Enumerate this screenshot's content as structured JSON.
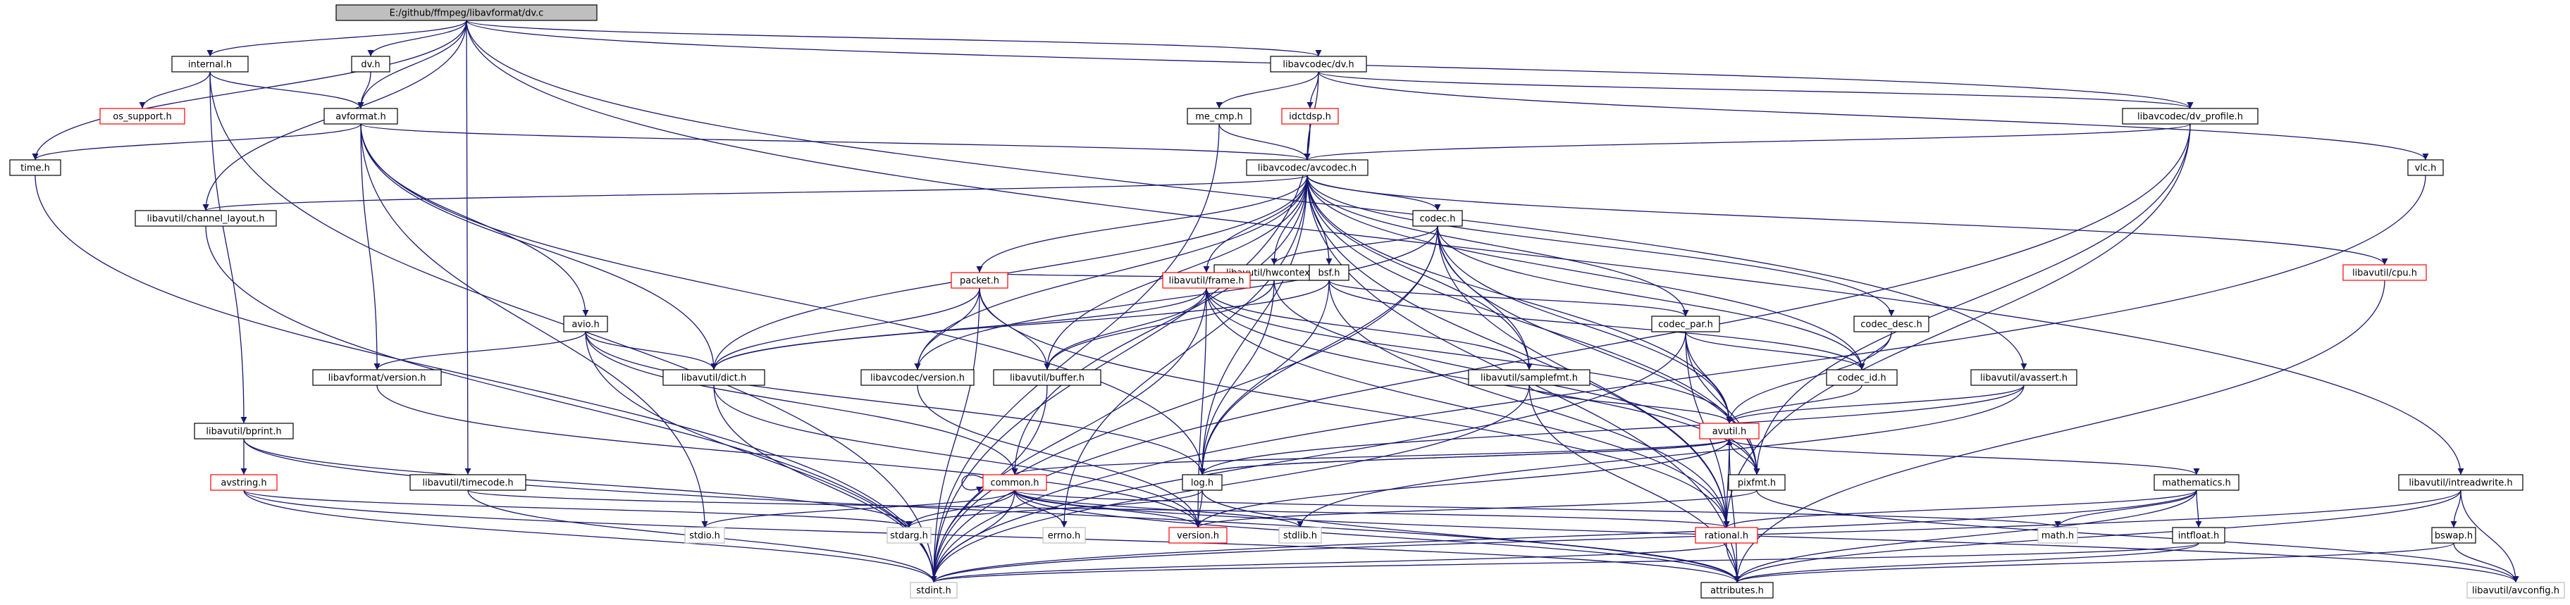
{
  "colors": {
    "edge": "#191970",
    "border_normal": "#000000",
    "border_missing": "#ff0000",
    "border_external": "#bfbfbf",
    "fill_root": "#bfbfbf",
    "fill_normal": "#ffffff",
    "text_external": "#7f7f7f"
  },
  "nodes": [
    {
      "id": "root",
      "label": "E:/github/ffmpeg/libavformat/dv.c",
      "kind": "root"
    },
    {
      "id": "internal",
      "label": "internal.h",
      "kind": "normal"
    },
    {
      "id": "dvh",
      "label": "dv.h",
      "kind": "normal"
    },
    {
      "id": "lcdvh",
      "label": "libavcodec/dv.h",
      "kind": "normal"
    },
    {
      "id": "lcdvprof",
      "label": "libavcodec/dv_profile.h",
      "kind": "normal"
    },
    {
      "id": "os_support",
      "label": "os_support.h",
      "kind": "missing"
    },
    {
      "id": "avformat",
      "label": "avformat.h",
      "kind": "normal"
    },
    {
      "id": "me_cmp",
      "label": "me_cmp.h",
      "kind": "normal"
    },
    {
      "id": "idctdsp",
      "label": "idctdsp.h",
      "kind": "missing"
    },
    {
      "id": "time",
      "label": "time.h",
      "kind": "normal"
    },
    {
      "id": "avcodec",
      "label": "libavcodec/avcodec.h",
      "kind": "normal"
    },
    {
      "id": "vlc",
      "label": "vlc.h",
      "kind": "normal"
    },
    {
      "id": "chlayout",
      "label": "libavutil/channel_layout.h",
      "kind": "normal"
    },
    {
      "id": "codec",
      "label": "codec.h",
      "kind": "normal"
    },
    {
      "id": "cpu",
      "label": "libavutil/cpu.h",
      "kind": "missing"
    },
    {
      "id": "hwctx",
      "label": "libavutil/hwcontext.h",
      "kind": "normal"
    },
    {
      "id": "bsf",
      "label": "bsf.h",
      "kind": "normal"
    },
    {
      "id": "packet",
      "label": "packet.h",
      "kind": "missing"
    },
    {
      "id": "frame",
      "label": "libavutil/frame.h",
      "kind": "missing"
    },
    {
      "id": "avio",
      "label": "avio.h",
      "kind": "normal"
    },
    {
      "id": "codec_par",
      "label": "codec_par.h",
      "kind": "normal"
    },
    {
      "id": "codec_desc",
      "label": "codec_desc.h",
      "kind": "normal"
    },
    {
      "id": "lfversion",
      "label": "libavformat/version.h",
      "kind": "normal"
    },
    {
      "id": "dict",
      "label": "libavutil/dict.h",
      "kind": "normal"
    },
    {
      "id": "lcversion",
      "label": "libavcodec/version.h",
      "kind": "normal"
    },
    {
      "id": "buffer",
      "label": "libavutil/buffer.h",
      "kind": "normal"
    },
    {
      "id": "samplefmt",
      "label": "libavutil/samplefmt.h",
      "kind": "normal"
    },
    {
      "id": "codec_id",
      "label": "codec_id.h",
      "kind": "normal"
    },
    {
      "id": "avassert",
      "label": "libavutil/avassert.h",
      "kind": "normal"
    },
    {
      "id": "bprint",
      "label": "libavutil/bprint.h",
      "kind": "normal"
    },
    {
      "id": "avutil",
      "label": "avutil.h",
      "kind": "missing"
    },
    {
      "id": "avstring",
      "label": "avstring.h",
      "kind": "missing"
    },
    {
      "id": "timecode",
      "label": "libavutil/timecode.h",
      "kind": "normal"
    },
    {
      "id": "common",
      "label": "common.h",
      "kind": "missing"
    },
    {
      "id": "log",
      "label": "log.h",
      "kind": "normal"
    },
    {
      "id": "pixfmt",
      "label": "pixfmt.h",
      "kind": "normal"
    },
    {
      "id": "mathematics",
      "label": "mathematics.h",
      "kind": "normal"
    },
    {
      "id": "intreadwrite",
      "label": "libavutil/intreadwrite.h",
      "kind": "normal"
    },
    {
      "id": "stdio",
      "label": "stdio.h",
      "kind": "external"
    },
    {
      "id": "stdarg",
      "label": "stdarg.h",
      "kind": "external"
    },
    {
      "id": "errno",
      "label": "errno.h",
      "kind": "external"
    },
    {
      "id": "version",
      "label": "version.h",
      "kind": "missing"
    },
    {
      "id": "stdlib",
      "label": "stdlib.h",
      "kind": "external"
    },
    {
      "id": "rational",
      "label": "rational.h",
      "kind": "missing"
    },
    {
      "id": "math",
      "label": "math.h",
      "kind": "external"
    },
    {
      "id": "intfloat",
      "label": "intfloat.h",
      "kind": "normal"
    },
    {
      "id": "bswap",
      "label": "bswap.h",
      "kind": "normal"
    },
    {
      "id": "stdint",
      "label": "stdint.h",
      "kind": "external"
    },
    {
      "id": "attributes",
      "label": "attributes.h",
      "kind": "normal"
    },
    {
      "id": "avconfig",
      "label": "libavutil/avconfig.h",
      "kind": "external"
    }
  ],
  "edges": [
    [
      "root",
      "internal"
    ],
    [
      "root",
      "dvh"
    ],
    [
      "root",
      "avformat"
    ],
    [
      "root",
      "lcdvh"
    ],
    [
      "root",
      "lcdvprof"
    ],
    [
      "root",
      "time"
    ],
    [
      "root",
      "chlayout"
    ],
    [
      "root",
      "timecode"
    ],
    [
      "root",
      "avassert"
    ],
    [
      "root",
      "intreadwrite"
    ],
    [
      "internal",
      "os_support"
    ],
    [
      "internal",
      "avformat"
    ],
    [
      "internal",
      "bprint"
    ],
    [
      "internal",
      "stdint"
    ],
    [
      "dvh",
      "avformat"
    ],
    [
      "avformat",
      "time"
    ],
    [
      "avformat",
      "avcodec"
    ],
    [
      "avformat",
      "avio"
    ],
    [
      "avformat",
      "lfversion"
    ],
    [
      "avformat",
      "dict"
    ],
    [
      "avformat",
      "log"
    ],
    [
      "avformat",
      "stdio"
    ],
    [
      "lcdvh",
      "me_cmp"
    ],
    [
      "lcdvh",
      "idctdsp"
    ],
    [
      "lcdvh",
      "avcodec"
    ],
    [
      "lcdvh",
      "lcdvprof"
    ],
    [
      "lcdvh",
      "vlc"
    ],
    [
      "me_cmp",
      "avcodec"
    ],
    [
      "me_cmp",
      "stdint"
    ],
    [
      "idctdsp",
      "avcodec"
    ],
    [
      "idctdsp",
      "stdint"
    ],
    [
      "lcdvprof",
      "avcodec"
    ],
    [
      "lcdvprof",
      "pixfmt"
    ],
    [
      "lcdvprof",
      "rational"
    ],
    [
      "lcdvprof",
      "stdint"
    ],
    [
      "vlc",
      "stdint"
    ],
    [
      "time",
      "stdint"
    ],
    [
      "avcodec",
      "chlayout"
    ],
    [
      "avcodec",
      "codec"
    ],
    [
      "avcodec",
      "cpu"
    ],
    [
      "avcodec",
      "hwctx"
    ],
    [
      "avcodec",
      "bsf"
    ],
    [
      "avcodec",
      "packet"
    ],
    [
      "avcodec",
      "frame"
    ],
    [
      "avcodec",
      "codec_par"
    ],
    [
      "avcodec",
      "codec_desc"
    ],
    [
      "avcodec",
      "lcversion"
    ],
    [
      "avcodec",
      "dict"
    ],
    [
      "avcodec",
      "buffer"
    ],
    [
      "avcodec",
      "samplefmt"
    ],
    [
      "avcodec",
      "codec_id"
    ],
    [
      "avcodec",
      "avutil"
    ],
    [
      "avcodec",
      "log"
    ],
    [
      "avcodec",
      "pixfmt"
    ],
    [
      "avcodec",
      "rational"
    ],
    [
      "avcodec",
      "attributes"
    ],
    [
      "avcodec",
      "errno"
    ],
    [
      "avcodec",
      "common"
    ],
    [
      "chlayout",
      "stdint"
    ],
    [
      "codec",
      "hwctx"
    ],
    [
      "codec",
      "codec_id"
    ],
    [
      "codec",
      "samplefmt"
    ],
    [
      "codec",
      "avutil"
    ],
    [
      "codec",
      "log"
    ],
    [
      "codec",
      "pixfmt"
    ],
    [
      "codec",
      "rational"
    ],
    [
      "codec",
      "stdint"
    ],
    [
      "codec",
      "lcversion"
    ],
    [
      "cpu",
      "attributes"
    ],
    [
      "hwctx",
      "buffer"
    ],
    [
      "hwctx",
      "frame"
    ],
    [
      "hwctx",
      "log"
    ],
    [
      "hwctx",
      "pixfmt"
    ],
    [
      "bsf",
      "codec_par"
    ],
    [
      "bsf",
      "packet"
    ],
    [
      "bsf",
      "dict"
    ],
    [
      "bsf",
      "log"
    ],
    [
      "bsf",
      "rational"
    ],
    [
      "bsf",
      "codec_id"
    ],
    [
      "packet",
      "buffer"
    ],
    [
      "packet",
      "dict"
    ],
    [
      "packet",
      "rational"
    ],
    [
      "packet",
      "lcversion"
    ],
    [
      "packet",
      "stdint"
    ],
    [
      "frame",
      "buffer"
    ],
    [
      "frame",
      "dict"
    ],
    [
      "frame",
      "samplefmt"
    ],
    [
      "frame",
      "avutil"
    ],
    [
      "frame",
      "pixfmt"
    ],
    [
      "frame",
      "rational"
    ],
    [
      "frame",
      "version"
    ],
    [
      "frame",
      "stdint"
    ],
    [
      "codec_par",
      "codec_id"
    ],
    [
      "codec_par",
      "avutil"
    ],
    [
      "codec_par",
      "pixfmt"
    ],
    [
      "codec_par",
      "rational"
    ],
    [
      "codec_par",
      "stdint"
    ],
    [
      "codec_desc",
      "codec_id"
    ],
    [
      "codec_desc",
      "avutil"
    ],
    [
      "avio",
      "dict"
    ],
    [
      "avio",
      "lfversion"
    ],
    [
      "avio",
      "log"
    ],
    [
      "avio",
      "common"
    ],
    [
      "avio",
      "stdint"
    ],
    [
      "lfversion",
      "version"
    ],
    [
      "dict",
      "stdint"
    ],
    [
      "dict",
      "version"
    ],
    [
      "lcversion",
      "version"
    ],
    [
      "buffer",
      "stdint"
    ],
    [
      "samplefmt",
      "avutil"
    ],
    [
      "samplefmt",
      "attributes"
    ],
    [
      "samplefmt",
      "stdint"
    ],
    [
      "codec_id",
      "avutil"
    ],
    [
      "avassert",
      "avutil"
    ],
    [
      "avassert",
      "log"
    ],
    [
      "avassert",
      "stdlib"
    ],
    [
      "bprint",
      "avstring"
    ],
    [
      "bprint",
      "attributes"
    ],
    [
      "bprint",
      "stdarg"
    ],
    [
      "avstring",
      "stdint"
    ],
    [
      "avstring",
      "attributes"
    ],
    [
      "avstring",
      "stdarg"
    ],
    [
      "avutil",
      "common"
    ],
    [
      "avutil",
      "log"
    ],
    [
      "avutil",
      "pixfmt"
    ],
    [
      "avutil",
      "rational"
    ],
    [
      "avutil",
      "mathematics"
    ],
    [
      "avutil",
      "version"
    ],
    [
      "avutil",
      "attributes"
    ],
    [
      "timecode",
      "rational"
    ],
    [
      "timecode",
      "stdint"
    ],
    [
      "common",
      "stdio"
    ],
    [
      "common",
      "stdarg"
    ],
    [
      "common",
      "errno"
    ],
    [
      "common",
      "stdlib"
    ],
    [
      "common",
      "math"
    ],
    [
      "common",
      "stdint"
    ],
    [
      "common",
      "attributes"
    ],
    [
      "common",
      "version"
    ],
    [
      "common",
      "avconfig"
    ],
    [
      "common",
      "common"
    ],
    [
      "log",
      "stdarg"
    ],
    [
      "log",
      "version"
    ],
    [
      "log",
      "attributes"
    ],
    [
      "log",
      "avutil"
    ],
    [
      "pixfmt",
      "version"
    ],
    [
      "pixfmt",
      "avconfig"
    ],
    [
      "mathematics",
      "rational"
    ],
    [
      "mathematics",
      "intfloat"
    ],
    [
      "mathematics",
      "math"
    ],
    [
      "mathematics",
      "stdint"
    ],
    [
      "mathematics",
      "attributes"
    ],
    [
      "rational",
      "stdint"
    ],
    [
      "rational",
      "attributes"
    ],
    [
      "intfloat",
      "stdint"
    ],
    [
      "intfloat",
      "attributes"
    ],
    [
      "intreadwrite",
      "bswap"
    ],
    [
      "intreadwrite",
      "avconfig"
    ],
    [
      "intreadwrite",
      "attributes"
    ],
    [
      "intreadwrite",
      "stdint"
    ],
    [
      "bswap",
      "avconfig"
    ],
    [
      "bswap",
      "attributes"
    ]
  ]
}
